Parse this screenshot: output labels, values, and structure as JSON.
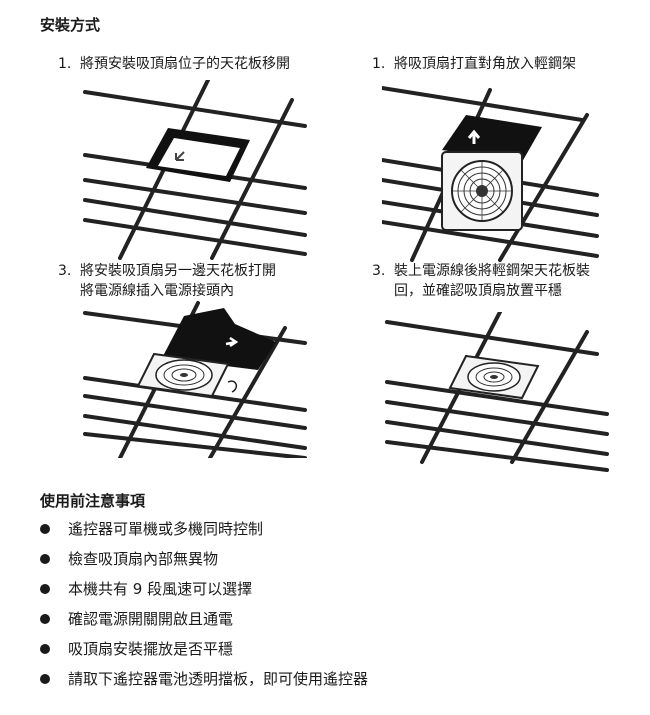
{
  "install": {
    "title": "安裝方式",
    "steps": [
      {
        "num": "1.",
        "line1": "將預安裝吸頂扇位子的天花板移開",
        "line2": ""
      },
      {
        "num": "1.",
        "line1": "將吸頂扇打直對角放入輕鋼架",
        "line2": ""
      },
      {
        "num": "3.",
        "line1": "將安裝吸頂扇另一邊天花板打開",
        "line2": "將電源線插入電源接頭內"
      },
      {
        "num": "3.",
        "line1": "裝上電源線後將輕鋼架天花板裝",
        "line2": "回，並確認吸頂扇放置平穩"
      }
    ]
  },
  "notes": {
    "title": "使用前注意事項",
    "items": [
      "遙控器可單機或多機同時控制",
      "檢查吸頂扇內部無異物",
      "本機共有 9 段風速可以選擇",
      "確認電源開關開啟且通電",
      "吸頂扇安裝擺放是否平穩",
      "請取下遙控器電池透明擋板，即可使用遙控器"
    ]
  }
}
